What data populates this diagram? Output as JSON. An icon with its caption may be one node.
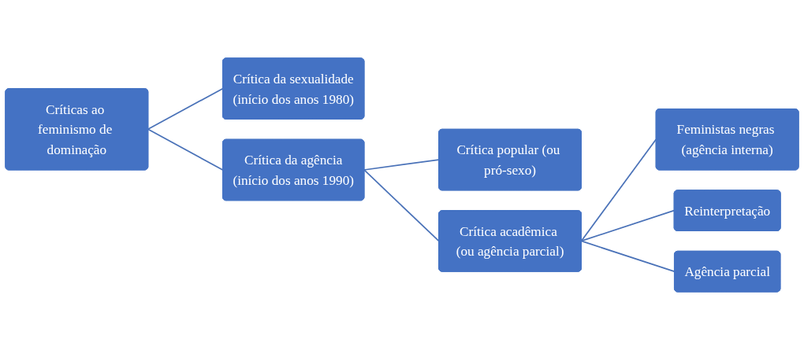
{
  "diagram": {
    "nodes": [
      {
        "text": [
          "Críticas ao feminismo de dominação"
        ]
      },
      {
        "text": [
          "Crítica da sexualidade",
          "(início dos anos 1980)"
        ]
      },
      {
        "text": [
          "Crítica da agência",
          "(início dos anos 1990)"
        ]
      },
      {
        "text": [
          "Crítica popular (ou pró-sexo)"
        ]
      },
      {
        "text": [
          "Crítica acadêmica (ou agência parcial)"
        ]
      },
      {
        "text": [
          "Feministas negras (agência interna)"
        ]
      },
      {
        "text": [
          "Reinterpretação"
        ]
      },
      {
        "text": [
          "Agência parcial"
        ]
      }
    ],
    "edges": [
      {
        "from": 0,
        "to": 1,
        "arrow": "none"
      },
      {
        "from": 0,
        "to": 2,
        "arrow": "none"
      },
      {
        "from": 2,
        "to": 3,
        "arrow": "none"
      },
      {
        "from": 2,
        "to": 4,
        "arrow": "none"
      },
      {
        "from": 4,
        "to": 5,
        "arrow": "none"
      },
      {
        "from": 4,
        "to": 6,
        "arrow": "none"
      },
      {
        "from": 4,
        "to": 7,
        "arrow": "none"
      }
    ]
  }
}
